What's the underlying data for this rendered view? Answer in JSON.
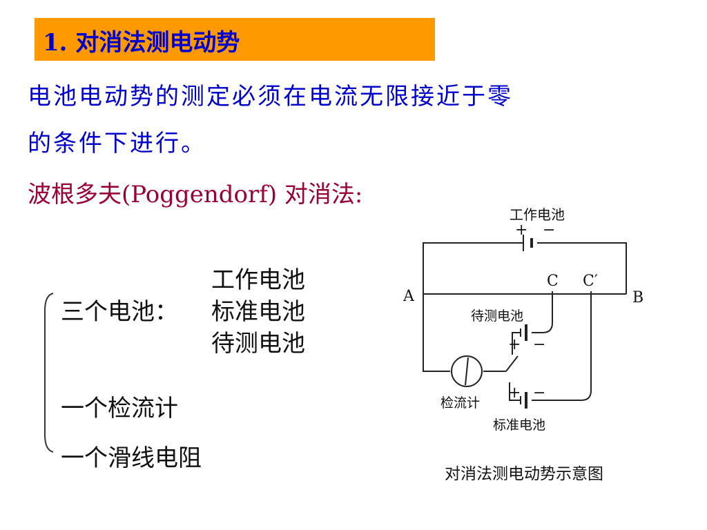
{
  "slide": {
    "title": "1. 对消法测电动势",
    "intro_line1": "电池电动势的测定必须在电流无限接近于零",
    "intro_line2": "的条件下进行。",
    "method_label": "波根多夫(Poggendorf) 对消法:"
  },
  "components": {
    "batteries_label": "三个电池：",
    "battery_list": [
      "工作电池",
      "标准电池",
      "待测电池"
    ],
    "galvanometer": "一个检流计",
    "slide_wire": "一个滑线电阻"
  },
  "diagram": {
    "working_battery": "工作电池",
    "plus": "+",
    "minus": "−",
    "point_a": "A",
    "point_b": "B",
    "point_c": "C",
    "point_c_prime": "C′",
    "test_battery": "待测电池",
    "standard_battery": "标准电池",
    "galvanometer": "检流计",
    "caption": "对消法测电动势示意图"
  },
  "colors": {
    "title_bg": "#FF9900",
    "title_text": "#0000CC",
    "body_text": "#0000CC",
    "method_text": "#990033"
  }
}
